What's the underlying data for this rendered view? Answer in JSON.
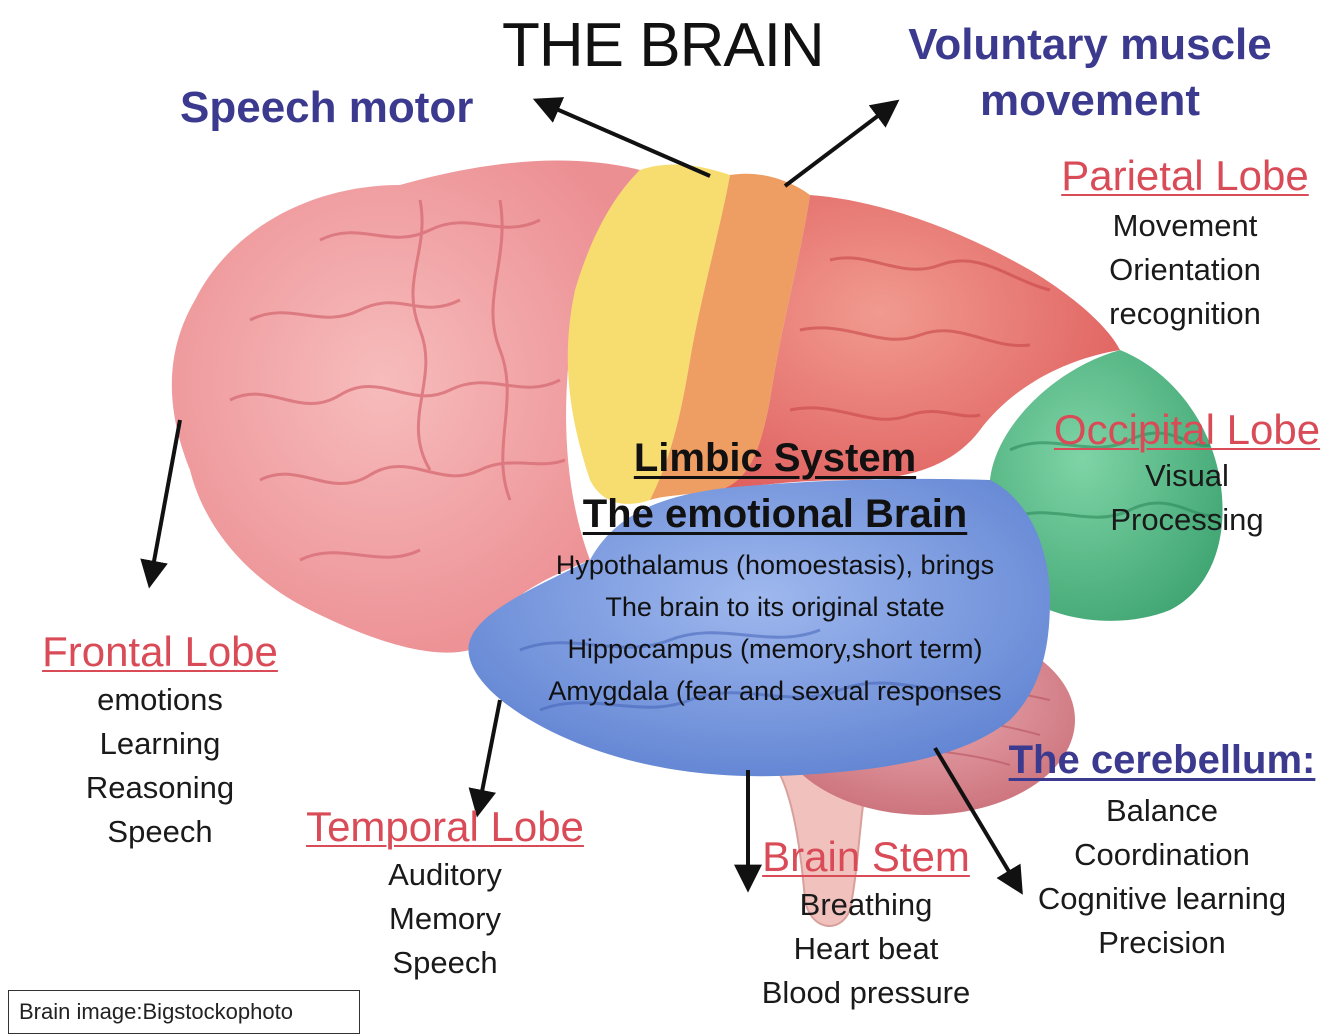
{
  "title": "THE BRAIN",
  "speech_motor": "Speech motor",
  "voluntary": {
    "line1": "Voluntary muscle",
    "line2": "movement"
  },
  "parietal": {
    "heading": "Parietal Lobe",
    "items": [
      "Movement",
      "Orientation",
      "recognition"
    ]
  },
  "occipital": {
    "heading": "Occipital Lobe",
    "items": [
      "Visual",
      "Processing"
    ]
  },
  "limbic": {
    "heading1": "Limbic System",
    "heading2": "The emotional Brain",
    "lines": [
      "Hypothalamus (homoestasis), brings",
      "The brain to its original state",
      "Hippocampus (memory,short term)",
      "Amygdala (fear and sexual responses"
    ]
  },
  "frontal": {
    "heading": "Frontal Lobe",
    "items": [
      "emotions",
      "Learning",
      "Reasoning",
      "Speech"
    ]
  },
  "temporal": {
    "heading": "Temporal Lobe",
    "items": [
      "Auditory",
      "Memory",
      "Speech"
    ]
  },
  "brainstem": {
    "heading": "Brain Stem",
    "items": [
      "Breathing",
      "Heart beat",
      "Blood pressure"
    ]
  },
  "cerebellum": {
    "heading": "The cerebellum:",
    "items": [
      "Balance",
      "Coordination",
      "Cognitive learning",
      "Precision"
    ]
  },
  "credit": "Brain image:Bigstockophoto",
  "colors": {
    "frontal": "#f2a3a6",
    "motor_strip": "#f7dc6f",
    "premotor": "#ee9e62",
    "parietal": "#ea7f78",
    "occipital": "#5fbe8c",
    "temporal": "#7f9fe0",
    "cerebellum": "#d9888f",
    "brainstem": "#f0c1bd",
    "heading_blue": "#3b3a8f",
    "heading_red": "#d94b57"
  }
}
